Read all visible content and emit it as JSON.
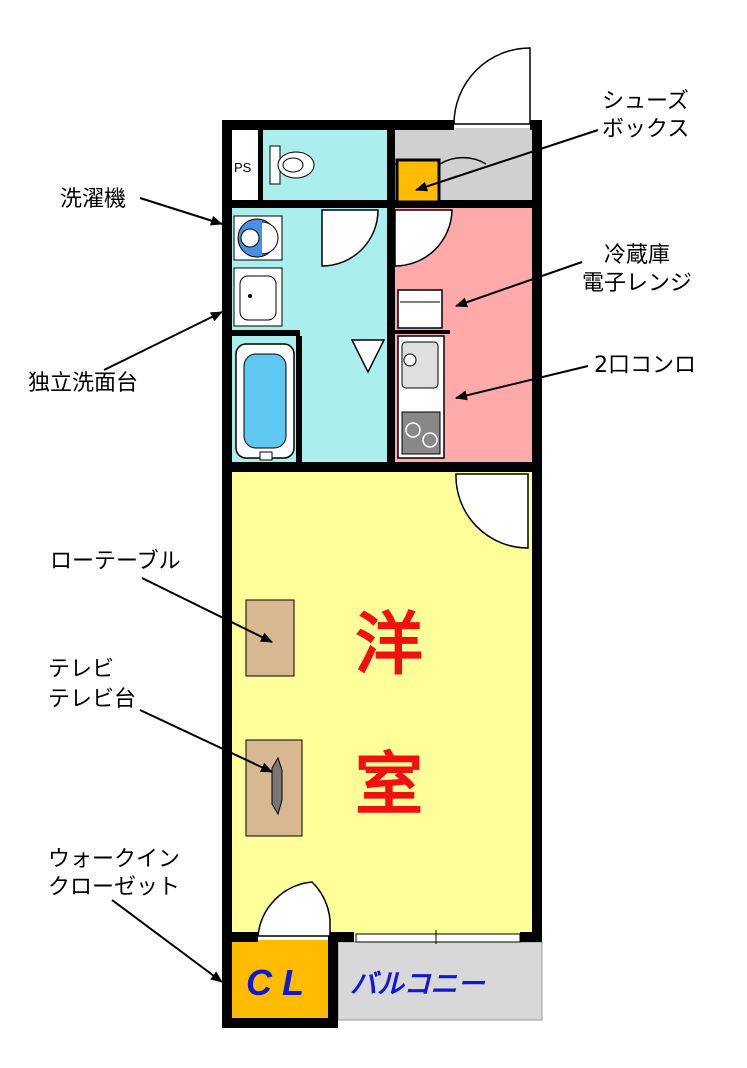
{
  "labels": {
    "shoebox_line1": "シューズ",
    "shoebox_line2": "ボックス",
    "washer": "洗濯機",
    "fridge_line1": "冷蔵庫",
    "fridge_line2": "電子レンジ",
    "stove": "2口コンロ",
    "vanity": "独立洗面台",
    "low_table": "ローテーブル",
    "tv_line1": "テレビ",
    "tv_line2": "テレビ台",
    "closet_line1": "ウォークイン",
    "closet_line2": "クローゼット"
  },
  "rooms": {
    "western_char1": "洋",
    "western_char2": "室",
    "closet": "C L",
    "balcony": "バルコニー",
    "ps": "PS"
  },
  "colors": {
    "western_room": "#ffff99",
    "wet_area": "#aaeeee",
    "kitchen": "#ffaaaa",
    "entrance": "#d0d0d0",
    "closet": "#ffbb00",
    "balcony": "#d8d8d8",
    "table": "#d8b890",
    "walls": "#000000",
    "room_text": "#f01010",
    "closet_text": "#1018d8"
  }
}
